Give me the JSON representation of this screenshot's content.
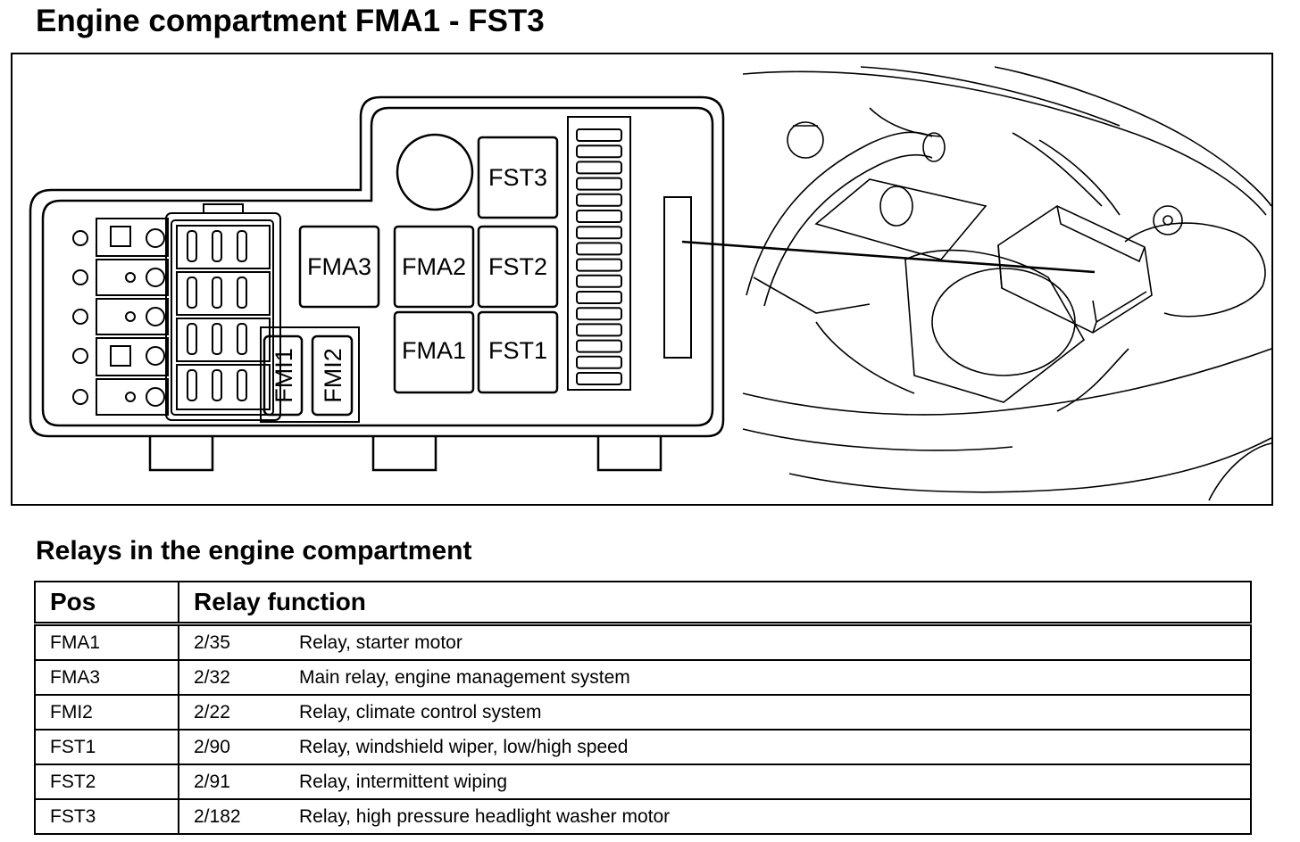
{
  "page": {
    "title": "Engine compartment FMA1 - FST3",
    "subtitle": "Relays in the engine compartment"
  },
  "diagram": {
    "labels": {
      "fst3": "FST3",
      "fst2": "FST2",
      "fst1": "FST1",
      "fma3": "FMA3",
      "fma2": "FMA2",
      "fma1": "FMA1",
      "fmi1": "FMI1",
      "fmi2": "FMI2"
    }
  },
  "table": {
    "headers": {
      "pos": "Pos",
      "function": "Relay function"
    },
    "rows": [
      {
        "pos": "FMA1",
        "code": "2/35",
        "desc": "Relay, starter motor"
      },
      {
        "pos": "FMA3",
        "code": "2/32",
        "desc": "Main relay, engine management system"
      },
      {
        "pos": "FMI2",
        "code": "2/22",
        "desc": "Relay, climate control system"
      },
      {
        "pos": "FST1",
        "code": "2/90",
        "desc": "Relay, windshield wiper, low/high speed"
      },
      {
        "pos": "FST2",
        "code": "2/91",
        "desc": "Relay, intermittent wiping"
      },
      {
        "pos": "FST3",
        "code": "2/182",
        "desc": "Relay, high pressure headlight washer motor"
      }
    ]
  }
}
